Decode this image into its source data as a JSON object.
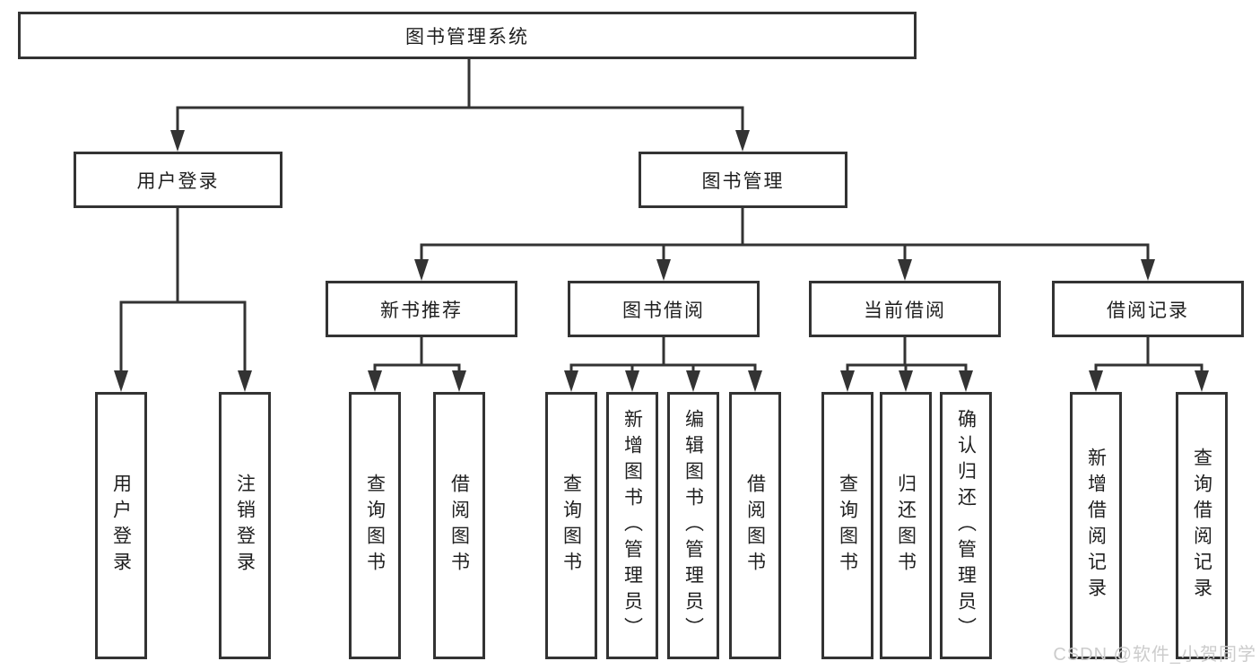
{
  "diagram_title": "图书管理系统",
  "tree": {
    "root": {
      "label": "图书管理系统"
    },
    "level2": [
      {
        "id": "user-login",
        "label": "用户登录"
      },
      {
        "id": "book-management",
        "label": "图书管理"
      }
    ],
    "level3": [
      {
        "id": "new-book-recommend",
        "parent": "图书管理",
        "label": "新书推荐"
      },
      {
        "id": "book-borrow",
        "parent": "图书管理",
        "label": "图书借阅"
      },
      {
        "id": "current-borrow",
        "parent": "图书管理",
        "label": "当前借阅"
      },
      {
        "id": "borrow-record",
        "parent": "图书管理",
        "label": "借阅记录"
      }
    ],
    "leaves": [
      {
        "parent": "用户登录",
        "label": "用户登录"
      },
      {
        "parent": "用户登录",
        "label": "注销登录"
      },
      {
        "parent": "新书推荐",
        "label": "查询图书"
      },
      {
        "parent": "新书推荐",
        "label": "借阅图书"
      },
      {
        "parent": "图书借阅",
        "label": "查询图书"
      },
      {
        "parent": "图书借阅",
        "label": "新增图书（管理员）"
      },
      {
        "parent": "图书借阅",
        "label": "编辑图书（管理员）"
      },
      {
        "parent": "图书借阅",
        "label": "借阅图书"
      },
      {
        "parent": "当前借阅",
        "label": "查询图书"
      },
      {
        "parent": "当前借阅",
        "label": "归还图书"
      },
      {
        "parent": "当前借阅",
        "label": "确认归还（管理员）"
      },
      {
        "parent": "借阅记录",
        "label": "新增借阅记录"
      },
      {
        "parent": "借阅记录",
        "label": "查询借阅记录"
      }
    ]
  },
  "watermark": {
    "text": "CSDN @软件_小贺同学"
  },
  "colors": {
    "line": "#333333",
    "text": "#1f1f1f",
    "background": "#ffffff",
    "watermark": "#cccccc"
  }
}
